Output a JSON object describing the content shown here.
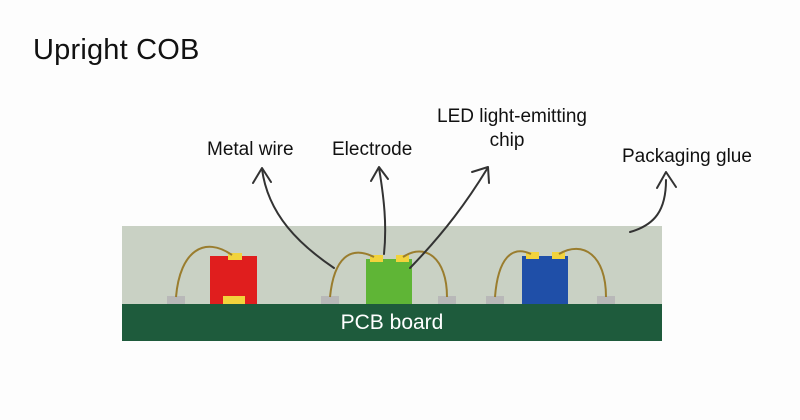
{
  "title": "Upright COB",
  "labels": {
    "metal_wire": "Metal wire",
    "electrode": "Electrode",
    "chip_line1": "LED light-emitting",
    "chip_line2": "chip",
    "packaging_glue": "Packaging glue",
    "pcb_board": "PCB board"
  },
  "colors": {
    "glue": "#c9d1c4",
    "pcb": "#1e5b3c",
    "chip_red": "#e01e1e",
    "chip_green": "#5fb536",
    "chip_blue": "#1f4fa8",
    "electrode": "#f2d33c",
    "wire": "#9a7d2e",
    "pad": "#b8b8b8",
    "arrow": "#333333"
  }
}
